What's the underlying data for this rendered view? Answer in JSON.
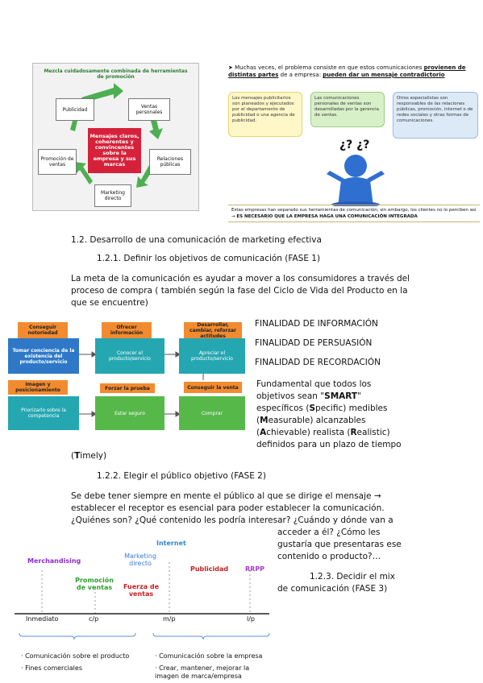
{
  "figure1": {
    "header": "Mezcla cuidadosamente combinada de herramientas de promoción",
    "center": "Mensajes claros, coherentes y convincentes sobre la empresa y sus marcas",
    "boxes": [
      "Publicidad",
      "Ventas personales",
      "Promoción de ventas",
      "Relaciones públicas",
      "Marketing directo"
    ]
  },
  "figure2": {
    "intro_a": "Muchas veces, el problema consiste en que estos comunicaciones",
    "intro_b": "provienen de distintas partes",
    "intro_c": "de a empresa:",
    "intro_d": "pueden dar un mensaje contradictorio",
    "bubbles": [
      "Los mensajes publicitarios son planeados y ejecutados por el departamento de publicidad o una agencia de publicidad.",
      "Las comunicaciones personales de ventas son desarrolladas por la gerencia de ventas.",
      "Otros especialistas son responsables de las relaciones públicas, promoción, internet o de redes sociales y otras formas de comunicaciones."
    ],
    "question_marks": "¿? ¿?",
    "footer_a": "Estas empresas han separado sus herramientas de comunicación; sin embargo, los clientes no lo perciben así →",
    "footer_b": "ES NECESARIO QUE LA EMPRESA HAGA UNA COMUNICACIÓN INTEGRADA"
  },
  "section_12": "1.2. Desarrollo de una comunicación de marketing efectiva",
  "section_121": "1.2.1. Definir los objetivos de comunicación (FASE 1)",
  "para1": "La meta de la comunicación es ayudar a mover a los consumidores a través del  proceso de compra  ( también según la fase del Ciclo de Vida del Producto en la que se encuentre)",
  "flow": {
    "top_orange": [
      "Conseguir notoriedad",
      "Ofrecer información",
      "Desarrollar, cambiar, reforzar actitudes"
    ],
    "row1": [
      "Tomar conciencia de la existencia del producto/servicio",
      "Conocer el producto/servicio",
      "Apreciar el producto/servicio"
    ],
    "mid_orange": [
      "Imagen y posicionamiento",
      "Forzar la prueba",
      "Conseguir la venta"
    ],
    "row2": [
      "Priorizarlo sobre la competencia",
      "Estar seguro",
      "Comprar"
    ]
  },
  "finalidades": [
    "FINALIDAD DE INFORMACIÓN",
    "FINALIDAD DE PERSUASIÓN",
    "FINALIDAD DE RECORDACIÓN"
  ],
  "smart": {
    "l1": "Fundamental que todos los",
    "l2a": "objetivos sean \"",
    "l2b": "SMART",
    "l2c": "\"",
    "l3a": "específicos (",
    "l3b": "S",
    "l3c": "pecific)  medibles",
    "l4a": "(",
    "l4b": "M",
    "l4c": "easurable)  alcanzables",
    "l5a": "(",
    "l5b": "A",
    "l5c": "chievable)  realista (",
    "l5d": "R",
    "l5e": "ealistic)",
    "l6": "definidos para un plazo de tiempo",
    "l7a": "(",
    "l7b": "T",
    "l7c": "imely)"
  },
  "section_122": "1.2.2. Elegir el público objetivo (FASE 2)",
  "para2_l1": "Se debe tener siempre en mente el público al que se dirige el mensaje  →",
  "para2_l2": "establecer el receptor es esencial para poder establecer la comunicación.",
  "para2_l3": "¿Quiénes son? ¿Qué contenido les podría interesar? ¿Cuándo y dónde van a",
  "para2_l4": "acceder a él? ¿Cómo les",
  "para2_l5": "gustaría que presentaras ese",
  "para2_l6": "contenido o producto?…",
  "section_123_a": "1.2.3. Decidir el mix",
  "section_123_b": "de comunicación (FASE 3)",
  "timeline": {
    "labels": [
      "Merchandising",
      "Promoción de ventas",
      "Marketing directo",
      "Fuerza de ventas",
      "Internet",
      "Publicidad",
      "RRPP"
    ],
    "axis": [
      "Inmediato",
      "c/p",
      "m/p",
      "l/p"
    ],
    "left_notes": [
      "Comunicación sobre el producto",
      "Fines comerciales"
    ],
    "right_notes": [
      "Comunicación sobre la empresa",
      "Crear, mantener, mejorar la imagen de marca/empresa"
    ]
  },
  "colors": {
    "merch": "#8e2bd6",
    "promo": "#2e9e2e",
    "mkt": "#3a7bd5",
    "fuerza": "#c81e1e",
    "internet": "#2f86d1",
    "publi": "#c81e1e",
    "rrpp": "#a23bd0"
  }
}
